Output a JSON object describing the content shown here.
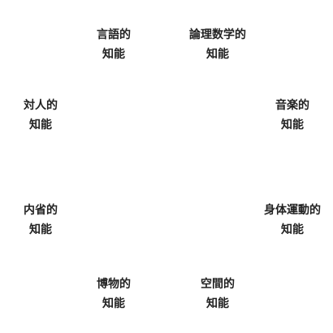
{
  "intelligences": {
    "linguistic": {
      "line1": "言語的",
      "line2": "知能"
    },
    "logical": {
      "line1": "論理数学的",
      "line2": "知能"
    },
    "interpersonal": {
      "line1": "対人的",
      "line2": "知能"
    },
    "musical": {
      "line1": "音楽的",
      "line2": "知能"
    },
    "intrapersonal": {
      "line1": "内省的",
      "line2": "知能"
    },
    "bodily": {
      "line1": "身体運動的",
      "line2": "知能"
    },
    "naturalist": {
      "line1": "博物的",
      "line2": "知能"
    },
    "spatial": {
      "line1": "空間的",
      "line2": "知能"
    }
  },
  "colors": {
    "text": "#222222",
    "background": "#ffffff"
  }
}
